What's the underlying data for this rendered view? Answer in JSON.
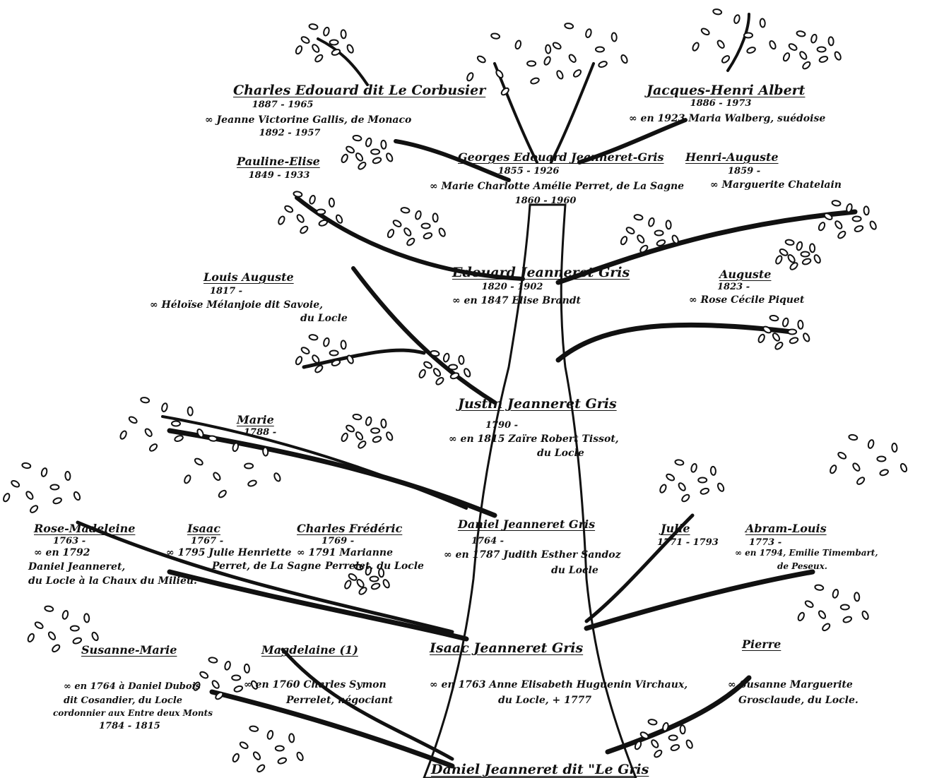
{
  "root": {
    "name": "Daniel Jeanneret dit \"Le Gris"
  },
  "people": {
    "isaac_root": {
      "name": "Isaac Jeanneret Gris",
      "spouse": "∞ en 1763 Anne Elisabeth Huguenin Virchaux,",
      "spouse2": "du Locle, + 1777"
    },
    "susanne_marie": {
      "name": "Susanne-Marie",
      "spouse": "∞ en 1764 à Daniel Dubois",
      "spouse2": "dit Cosandier, du Locle",
      "spouse3": "cordonnier aux Entre deux Monts",
      "dates": "1784 - 1815"
    },
    "magdelaine": {
      "name": "Magdelaine (1)",
      "spouse": "∞ en 1760 Charles Symon",
      "spouse2": "Perrelet, négociant"
    },
    "pierre": {
      "name": "Pierre",
      "spouse": "∞ Susanne Marguerite",
      "spouse2": "Grosclaude, du Locle."
    },
    "rose_madeleine": {
      "name": "Rose-Madeleine",
      "dates": "1763 -",
      "spouse": "∞ en 1792",
      "spouse2": "Daniel Jeanneret,",
      "spouse3": "du Locle à la Chaux du Milieu."
    },
    "isaac2": {
      "name": "Isaac",
      "dates": "1767 -",
      "spouse": "∞ 1795 Julie Henriette",
      "spouse2": "Perret, de La Sagne"
    },
    "charles_frederic": {
      "name": "Charles Frédéric",
      "dates": "1769 -",
      "spouse": "∞ 1791 Marianne",
      "spouse2": "Perrelet, du Locle"
    },
    "daniel": {
      "name": "Daniel Jeanneret Gris",
      "dates": "1764 -",
      "spouse": "∞ en 1787 Judith Esther Sandoz",
      "spouse2": "du Locle"
    },
    "julie": {
      "name": "Julie",
      "dates": "1771 - 1793"
    },
    "abram_louis": {
      "name": "Abram-Louis",
      "dates": "1773 -",
      "spouse": "∞ en 1794, Emilie Timembart,",
      "spouse2": "de Peseux."
    },
    "marie": {
      "name": "Marie",
      "dates": "1788 -"
    },
    "justin": {
      "name": "Justin Jeanneret Gris",
      "dates": "1790 -",
      "spouse": "∞ en 1815 Zaïre Robert Tissot,",
      "spouse2": "du Locle"
    },
    "louis_auguste": {
      "name": "Louis Auguste",
      "dates": "1817 -",
      "spouse": "∞ Héloïse Mélanjoie dit Savoie,",
      "spouse2": "du Locle"
    },
    "edouard": {
      "name": "Edouard Jeanneret Gris",
      "dates": "1820 - 1902",
      "spouse": "∞ en 1847 Elise Brandt"
    },
    "auguste": {
      "name": "Auguste",
      "dates": "1823 -",
      "spouse": "∞ Rose Cécile Piquet"
    },
    "pauline_elise": {
      "name": "Pauline-Elise",
      "dates": "1849 - 1933"
    },
    "georges": {
      "name": "Georges Edouard Jeanneret-Gris",
      "dates": "1855 - 1926",
      "spouse": "∞ Marie Charlotte Amélie Perret, de La Sagne",
      "spouse_dates": "1860 - 1960"
    },
    "henri_auguste": {
      "name": "Henri-Auguste",
      "dates": "1859 -",
      "spouse": "∞ Marguerite Chatelain"
    },
    "charles_edouard": {
      "name": "Charles Edouard",
      "alias": "dit Le Corbusier",
      "dates": "1887 - 1965",
      "spouse": "∞ Jeanne Victorine Gallis, de Monaco",
      "spouse_dates": "1892 - 1957"
    },
    "jacques_henri": {
      "name": "Jacques-Henri Albert",
      "dates": "1886 - 1973",
      "spouse": "∞ en 1923 Maria Walberg, suédoise"
    }
  },
  "style": {
    "ink": "#111111",
    "paper": "#ffffff"
  }
}
